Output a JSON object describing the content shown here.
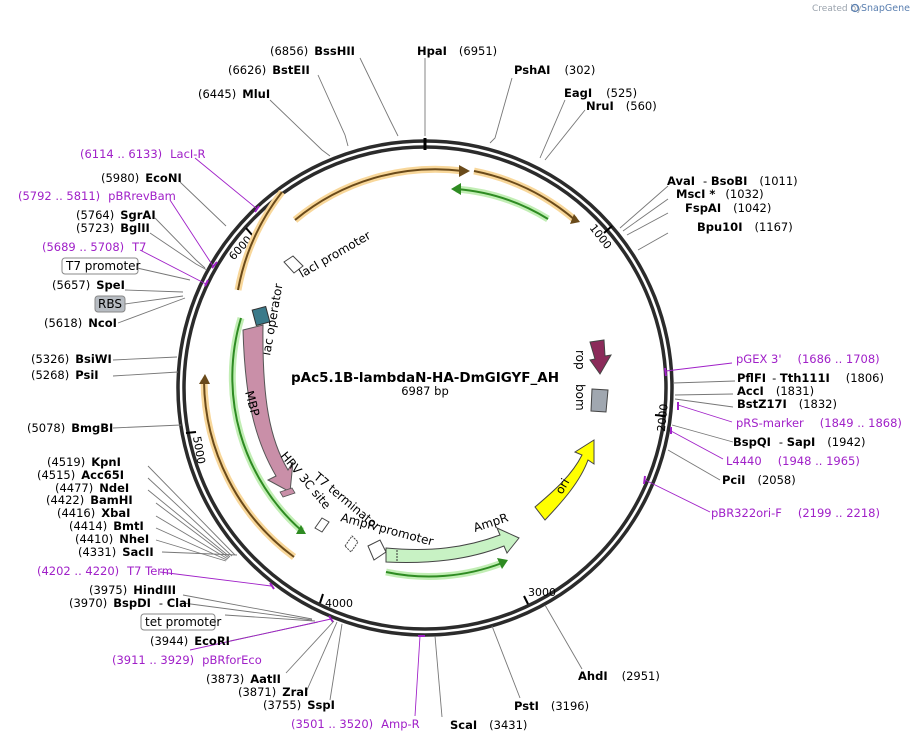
{
  "header": {
    "created_by": "Created by",
    "brand": "SnapGene"
  },
  "plasmid": {
    "name": "pAc5.1B-lambdaN-HA-DmGIGYF_AH",
    "size": "6987 bp"
  },
  "ticks": [
    "1000",
    "2000",
    "3000",
    "4000",
    "5000",
    "6000"
  ],
  "enzymes": [
    {
      "name": "BssHII",
      "pos": "(6856)"
    },
    {
      "name": "HpaI",
      "pos": "(6951)"
    },
    {
      "name": "BstEII",
      "pos": "(6626)"
    },
    {
      "name": "PshAI",
      "pos": "(302)"
    },
    {
      "name": "MluI",
      "pos": "(6445)"
    },
    {
      "name": "EagI",
      "pos": "(525)"
    },
    {
      "name": "NruI",
      "pos": "(560)"
    },
    {
      "name": "EcoNI",
      "pos": "(5980)"
    },
    {
      "name": "SgrAI",
      "pos": "(5764)"
    },
    {
      "name": "BglII",
      "pos": "(5723)"
    },
    {
      "name": "AvaI",
      "extra": "BsoBI",
      "pos": "(1011)"
    },
    {
      "name": "MscI *",
      "pos": "(1032)"
    },
    {
      "name": "FspAI",
      "pos": "(1042)"
    },
    {
      "name": "Bpu10I",
      "pos": "(1167)"
    },
    {
      "name": "SpeI",
      "pos": "(5657)"
    },
    {
      "name": "NcoI",
      "pos": "(5618)"
    },
    {
      "name": "BsiWI",
      "pos": "(5326)"
    },
    {
      "name": "PsiI",
      "pos": "(5268)"
    },
    {
      "name": "PflFI",
      "extra": "Tth111I",
      "pos": "(1806)"
    },
    {
      "name": "AccI",
      "pos": "(1831)"
    },
    {
      "name": "BstZ17I",
      "pos": "(1832)"
    },
    {
      "name": "BspQI",
      "extra": "SapI",
      "pos": "(1942)"
    },
    {
      "name": "BmgBI",
      "pos": "(5078)"
    },
    {
      "name": "PciI",
      "pos": "(2058)"
    },
    {
      "name": "KpnI",
      "pos": "(4519)"
    },
    {
      "name": "Acc65I",
      "pos": "(4515)"
    },
    {
      "name": "NdeI",
      "pos": "(4477)"
    },
    {
      "name": "BamHI",
      "pos": "(4422)"
    },
    {
      "name": "XbaI",
      "pos": "(4416)"
    },
    {
      "name": "BmtI",
      "pos": "(4414)"
    },
    {
      "name": "NheI",
      "pos": "(4410)"
    },
    {
      "name": "SacII",
      "pos": "(4331)"
    },
    {
      "name": "HindIII",
      "pos": "(3975)"
    },
    {
      "name": "BspDI",
      "extra": "ClaI",
      "pos": "(3970)"
    },
    {
      "name": "EcoRI",
      "pos": "(3944)"
    },
    {
      "name": "AhdI",
      "pos": "(2951)"
    },
    {
      "name": "AatII",
      "pos": "(3873)"
    },
    {
      "name": "ZraI",
      "pos": "(3871)"
    },
    {
      "name": "SspI",
      "pos": "(3755)"
    },
    {
      "name": "PstI",
      "pos": "(3196)"
    },
    {
      "name": "ScaI",
      "pos": "(3431)"
    }
  ],
  "primers": [
    {
      "range": "(6114 .. 6133)",
      "name": "LacI-R"
    },
    {
      "range": "(5792 .. 5811)",
      "name": "pBRrevBam"
    },
    {
      "range": "(5689 .. 5708)",
      "name": "T7"
    },
    {
      "name": "pGEX 3'",
      "range": "(1686 .. 1708)"
    },
    {
      "name": "pRS-marker",
      "range": "(1849 .. 1868)"
    },
    {
      "name": "L4440",
      "range": "(1948 .. 1965)"
    },
    {
      "name": "pBR322ori-F",
      "range": "(2199 .. 2218)"
    },
    {
      "range": "(4202 .. 4220)",
      "name": "T7 Term"
    },
    {
      "range": "(3911 .. 3929)",
      "name": "pBRforEco"
    },
    {
      "range": "(3501 .. 3520)",
      "name": "Amp-R"
    }
  ],
  "boxed_features": {
    "t7_promoter": "T7 promoter",
    "rbs": "RBS",
    "tet_promoter": "tet promoter"
  },
  "features": {
    "laci_promoter": "lacI promoter",
    "lac_operator": "lac operator",
    "mbp": "MBP",
    "hrv": "HRV 3C site",
    "t7_terminator": "T7 terminator",
    "ampr_promoter": "AmpR promoter",
    "ampr": "AmpR",
    "ori": "ori",
    "rop": "rop",
    "bom": "bom"
  },
  "colors": {
    "backbone": "#2b2b2b",
    "orf_orange": "#f2a93b",
    "orf_green": "#2e8b22",
    "primer": "#a020c8",
    "mbp": "#c98fa8",
    "ampr": "#c8f2c4",
    "ori": "#ffff00",
    "rop": "#8b2b5a",
    "bom": "#a0a7b0"
  }
}
